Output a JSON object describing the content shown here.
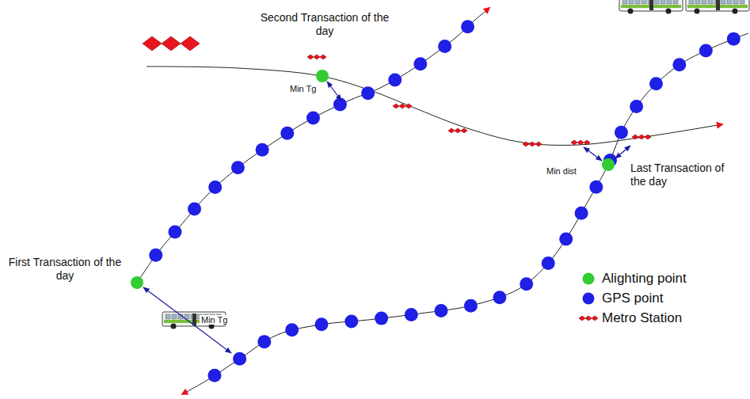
{
  "diagram": {
    "nodes": [
      {
        "text": [
          "Second Transaction of the day"
        ]
      },
      {
        "text": [
          "Last Transaction of the day"
        ]
      },
      {
        "text": [
          "First Transaction of the day"
        ]
      }
    ],
    "labels": [
      "Min Tg",
      "Min dist",
      "Min Tg"
    ],
    "legend": [
      {
        "text": "Alighting point",
        "color": "#33cc33"
      },
      {
        "text": "GPS point",
        "color": "#1f1fe6"
      },
      {
        "text": "Metro Station"
      }
    ]
  }
}
